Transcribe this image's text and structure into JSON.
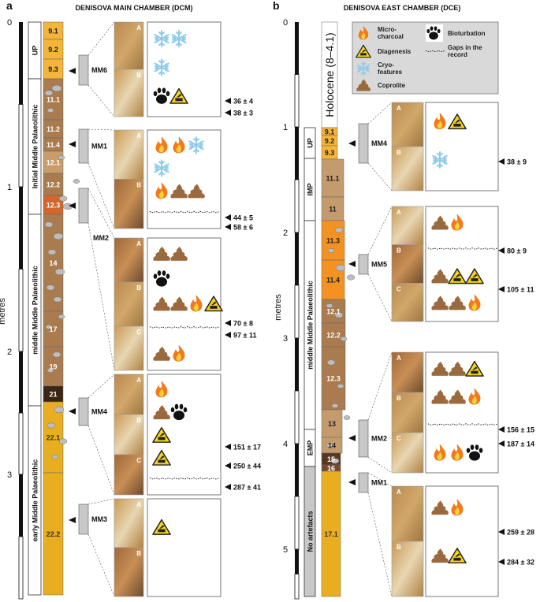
{
  "panel_a": {
    "letter": "a",
    "title": "DENISOVA MAIN CHAMBER (DCM)",
    "axis_label": "metres",
    "depth_ticks": [
      "0",
      "1",
      "2",
      "3"
    ],
    "periods": [
      "UP",
      "Initial Middle Palaeolithic",
      "middle Middle Palaeolithic",
      "early Middle Palaeolithic"
    ],
    "layers": [
      {
        "label": "9.1",
        "color": "#f5b43a",
        "text": "#222"
      },
      {
        "label": "9.2",
        "color": "#f5b43a",
        "text": "#222"
      },
      {
        "label": "9.3",
        "color": "#f5b43a",
        "text": "#222"
      },
      {
        "label": "11.1",
        "color": "#a97b4f",
        "text": "#fff"
      },
      {
        "label": "11.2",
        "color": "#a97b4f",
        "text": "#fff"
      },
      {
        "label": "11.4",
        "color": "#a97b4f",
        "text": "#fff"
      },
      {
        "label": "12.1",
        "color": "#c99c6c",
        "text": "#fff"
      },
      {
        "label": "12.2",
        "color": "#a97b4f",
        "text": "#fff"
      },
      {
        "label": "12.3",
        "color": "#d2662c",
        "text": "#fff"
      },
      {
        "label": "14",
        "color": "#a97b4f",
        "text": "#fff"
      },
      {
        "label": "17",
        "color": "#a97b4f",
        "text": "#fff"
      },
      {
        "label": "19",
        "color": "#a97b4f",
        "text": "#fff"
      },
      {
        "label": "21",
        "color": "#3b2616",
        "text": "#fff"
      },
      {
        "label": "22.1",
        "color": "#e9ae20",
        "text": "#333"
      },
      {
        "label": "22.2",
        "color": "#e9ae20",
        "text": "#333"
      }
    ],
    "samples": [
      {
        "name": "MM6",
        "photos": [
          "A",
          "B"
        ],
        "rows": [
          [
            "cryo",
            "cryo"
          ],
          [
            "cryo"
          ],
          [
            "bioturbation",
            "diagenesis"
          ]
        ],
        "dates": [
          "36 ± 4",
          "38 ± 3"
        ]
      },
      {
        "name": "MM1",
        "photos": [
          "A",
          "B"
        ],
        "rows": [
          [
            "microcharcoal",
            "microcharcoal",
            "cryo"
          ],
          [
            "cryo"
          ],
          [
            "microcharcoal",
            "coprolite",
            "coprolite"
          ],
          [
            "gap"
          ]
        ],
        "dates": [
          "44 ± 5",
          "58 ± 6"
        ]
      },
      {
        "name": "MM2",
        "photos": [
          "A",
          "B",
          "C"
        ],
        "rows": [
          [
            "coprolite",
            "coprolite"
          ],
          [
            "bioturbation"
          ],
          [
            "coprolite",
            "coprolite",
            "microcharcoal",
            "diagenesis"
          ],
          [
            "gap"
          ],
          [
            "coprolite",
            "microcharcoal"
          ]
        ],
        "dates": [
          "70 ± 8",
          "97 ± 11"
        ]
      },
      {
        "name": "MM4",
        "photos": [
          "A",
          "B",
          "C"
        ],
        "rows": [
          [
            "microcharcoal"
          ],
          [
            "coprolite",
            "bioturbation"
          ],
          [
            "diagenesis"
          ],
          [
            "diagenesis"
          ],
          [
            "gap"
          ]
        ],
        "dates": [
          "151 ± 17",
          "250 ± 44",
          "287 ± 41"
        ]
      },
      {
        "name": "MM3",
        "photos": [
          "A",
          "B"
        ],
        "rows": [
          [
            "diagenesis"
          ]
        ],
        "dates": []
      }
    ]
  },
  "panel_b": {
    "letter": "b",
    "title": "DENISOVA EAST CHAMBER (DCE)",
    "axis_label": "metres",
    "depth_ticks": [
      "0",
      "1",
      "2",
      "3",
      "4",
      "5"
    ],
    "periods": [
      "UP",
      "IMP",
      "middle Middle Palaeolithic",
      "EMP",
      "No artefacts"
    ],
    "layers": [
      {
        "label": "Holocene (8–4.1)",
        "color": "#ffffff",
        "text": "#111"
      },
      {
        "label": "9.1",
        "color": "#f5b43a",
        "text": "#222"
      },
      {
        "label": "9.2",
        "color": "#f5b43a",
        "text": "#222"
      },
      {
        "label": "9.3",
        "color": "#f5b43a",
        "text": "#222"
      },
      {
        "label": "11.1",
        "color": "#c49b6d",
        "text": "#222"
      },
      {
        "label": "11",
        "color": "#c49b6d",
        "text": "#222"
      },
      {
        "label": "11.3",
        "color": "#f19222",
        "text": "#222"
      },
      {
        "label": "11.4",
        "color": "#f19222",
        "text": "#222"
      },
      {
        "label": "12.1",
        "color": "#a97b4f",
        "text": "#fff"
      },
      {
        "label": "12.2",
        "color": "#a97b4f",
        "text": "#fff"
      },
      {
        "label": "12.3",
        "color": "#a97b4f",
        "text": "#fff"
      },
      {
        "label": "13",
        "color": "#c49b6d",
        "text": "#222"
      },
      {
        "label": "14",
        "color": "#c49b6d",
        "text": "#222"
      },
      {
        "label": "15",
        "color": "#5a3820",
        "text": "#fff"
      },
      {
        "label": "16",
        "color": "#7a4a26",
        "text": "#fff"
      },
      {
        "label": "17.1",
        "color": "#e9ae20",
        "text": "#333"
      }
    ],
    "samples": [
      {
        "name": "MM4",
        "photos": [
          "A",
          "B"
        ],
        "rows": [
          [
            "microcharcoal",
            "diagenesis"
          ],
          [
            "cryo"
          ]
        ],
        "dates": [
          "38 ± 9"
        ]
      },
      {
        "name": "MM5",
        "photos": [
          "A",
          "B",
          "C"
        ],
        "rows": [
          [
            "coprolite",
            "microcharcoal"
          ],
          [
            "gap"
          ],
          [
            "coprolite",
            "diagenesis",
            "diagenesis"
          ],
          [
            "coprolite",
            "coprolite",
            "microcharcoal"
          ]
        ],
        "dates": [
          "80 ± 9",
          "105 ± 11"
        ]
      },
      {
        "name": "MM2",
        "photos": [
          "A",
          "B",
          "C"
        ],
        "rows": [
          [
            "coprolite",
            "coprolite",
            "diagenesis"
          ],
          [
            "coprolite",
            "coprolite",
            "microcharcoal"
          ],
          [
            "gap"
          ],
          [
            "microcharcoal",
            "microcharcoal",
            "bioturbation"
          ]
        ],
        "dates": [
          "156 ± 15",
          "187 ± 14"
        ]
      },
      {
        "name": "MM1",
        "photos": [
          "A",
          "B"
        ],
        "rows": [
          [
            "coprolite",
            "microcharcoal"
          ],
          [
            "coprolite",
            "diagenesis"
          ]
        ],
        "dates": [
          "259 ± 28",
          "284 ± 32"
        ]
      }
    ]
  },
  "legend": {
    "items": [
      {
        "icon": "microcharcoal",
        "label": "Micro-\ncharcoal"
      },
      {
        "icon": "diagenesis",
        "label": "Diagenesis"
      },
      {
        "icon": "cryo",
        "label": "Cryo-\nfeatures"
      },
      {
        "icon": "coprolite",
        "label": "Coprolite"
      },
      {
        "icon": "bioturbation",
        "label": "Bioturbation"
      },
      {
        "icon": "gap",
        "label": "Gaps in the\nrecord"
      }
    ]
  },
  "colors": {
    "cryo": "#8ecbea",
    "flame_outer": "#f07a1c",
    "flame_inner": "#ffd23a",
    "warn": "#f7d417",
    "poop": "#9a6a3e",
    "mm_box": "#c8c8c8",
    "legend_bg": "#d9d9d9"
  }
}
